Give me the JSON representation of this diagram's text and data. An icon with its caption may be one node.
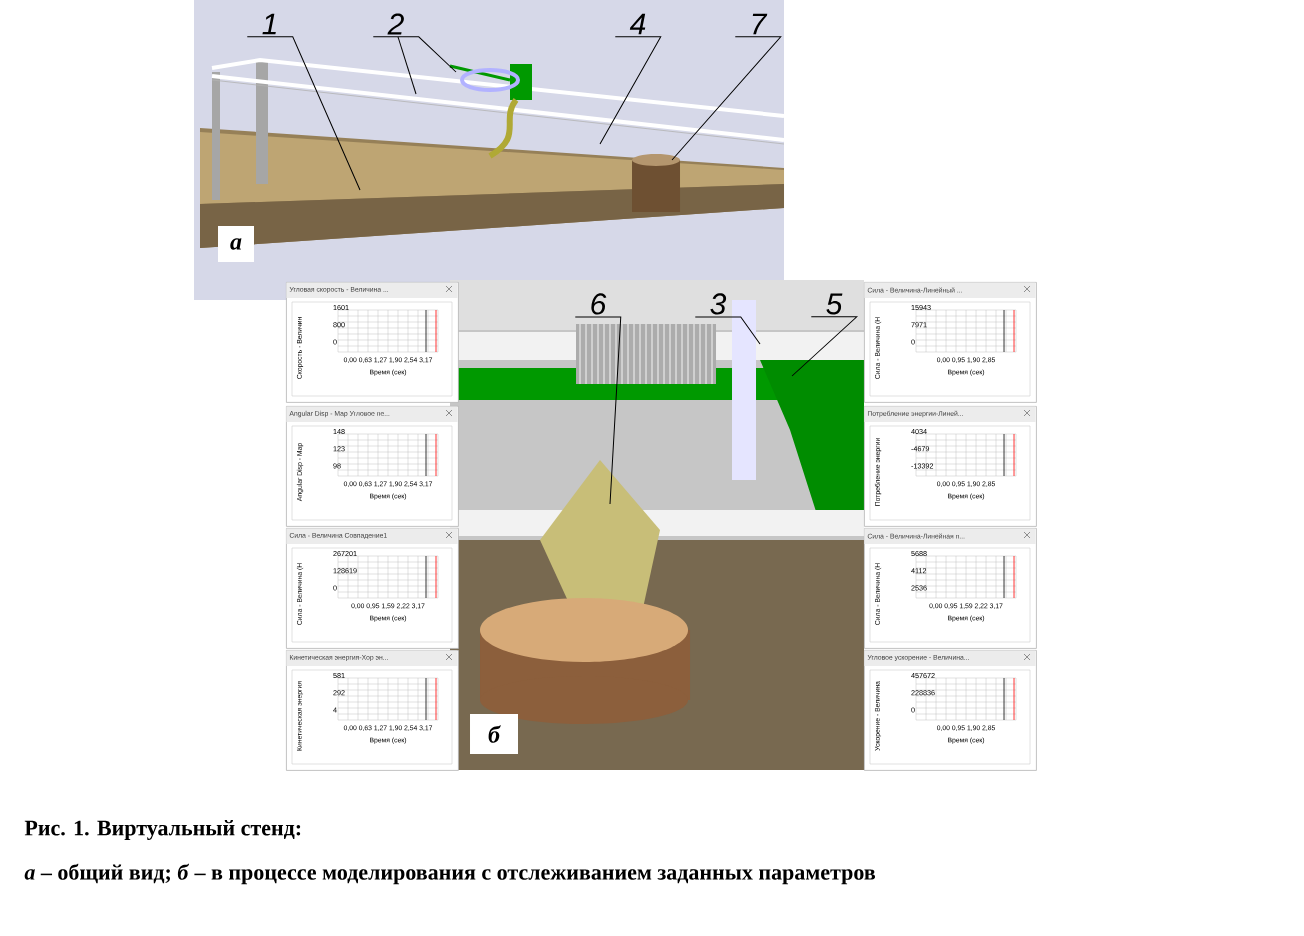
{
  "diagram": {
    "title": "Рис. 1. Виртуальный стенд:",
    "caption": "*а* – общий вид; *б* – в процессе моделирования с отслеживанием заданных параметров",
    "nodes": [
      {
        "text": [
          "1"
        ]
      },
      {
        "text": [
          "2"
        ]
      },
      {
        "text": [
          "4"
        ]
      },
      {
        "text": [
          "7"
        ]
      },
      {
        "text": [
          "а"
        ]
      },
      {
        "text": [
          "Угловая скорость - Величина ...",
          "Скорость - Величин",
          "1601 800 0",
          "0,00 0,63 1,27 1,90 2,54 3,17",
          "Время (сек)"
        ]
      },
      {
        "text": [
          "Angular Disp - Мар Угловое пе...",
          "Angular Disp - Мар",
          "148 123 98",
          "0,00 0,63 1,27 1,90 2,54 3,17",
          "Время (сек)"
        ]
      },
      {
        "text": [
          "Сила - Величина Совпадение1",
          "Сила - Величина (Н",
          "267201 128619 0",
          "0,00 0,95 1,59 2,22 3,17",
          "Время (сек)"
        ]
      },
      {
        "text": [
          "Кинетическая энергия-Хор эн...",
          "Кинетическая энергия",
          "581 292 4",
          "0,00 0,63 1,27 1,90 2,54 3,17",
          "Время (сек)"
        ]
      },
      {
        "text": [
          "6"
        ]
      },
      {
        "text": [
          "3"
        ]
      },
      {
        "text": [
          "5"
        ]
      },
      {
        "text": [
          "Сила - Величина-Линейный ...",
          "Сила - Величина (Н",
          "15943 7971 0",
          "0,00 0,95 1,90 2,85",
          "Время (сек)"
        ]
      },
      {
        "text": [
          "Потребление энергии-Линей...",
          "Потребление энергии",
          "4034 -4679 -13392",
          "0,00 0,95 1,90 2,85",
          "Время (сек)"
        ]
      },
      {
        "text": [
          "Сила - Величина-Линейная п...",
          "Сила - Величина (Н",
          "5688 4112 2536",
          "0,00 0,95 1,59 2,22 3,17",
          "Время (сек)"
        ]
      },
      {
        "text": [
          "Угловое ускорение - Величина...",
          "Ускорение - Величина",
          "457672 228836 0",
          "0,00 0,95 1,90 2,85",
          "Время (сек)"
        ]
      },
      {
        "text": [
          "б"
        ]
      }
    ],
    "edges": [
      {
        "from": 0,
        "to": null,
        "arrow": "none"
      },
      {
        "from": 1,
        "to": null,
        "arrow": "none"
      },
      {
        "from": 1,
        "to": null,
        "arrow": "none"
      },
      {
        "from": 2,
        "to": null,
        "arrow": "none"
      },
      {
        "from": 3,
        "to": null,
        "arrow": "none"
      },
      {
        "from": 9,
        "to": null,
        "arrow": "none"
      },
      {
        "from": 10,
        "to": null,
        "arrow": "none"
      },
      {
        "from": 11,
        "to": null,
        "arrow": "none"
      }
    ]
  }
}
